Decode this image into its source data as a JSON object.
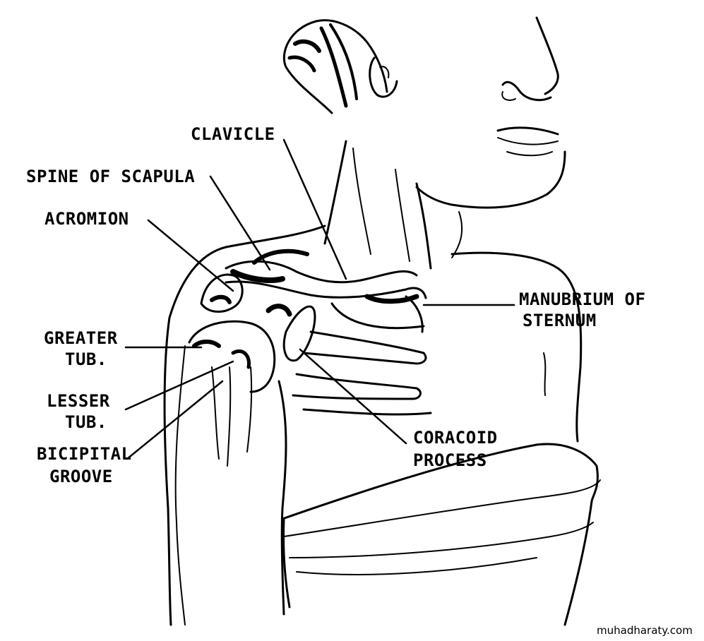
{
  "labels": {
    "clavicle": "CLAVICLE",
    "spine_of_scapula": "SPINE OF SCAPULA",
    "acromion": "ACROMION",
    "greater_tub_line1": "GREATER",
    "greater_tub_line2": "TUB.",
    "lesser_tub_line1": "LESSER",
    "lesser_tub_line2": "TUB.",
    "bicipital_line1": "BICIPITAL",
    "bicipital_line2": "GROOVE",
    "manubrium_line1": "MANUBRIUM OF",
    "manubrium_line2": "STERNUM",
    "coracoid_line1": "CORACOID",
    "coracoid_line2": "PROCESS"
  },
  "watermark": "muhadharaty.com",
  "colors": {
    "ink": "#000000",
    "background": "#ffffff"
  }
}
